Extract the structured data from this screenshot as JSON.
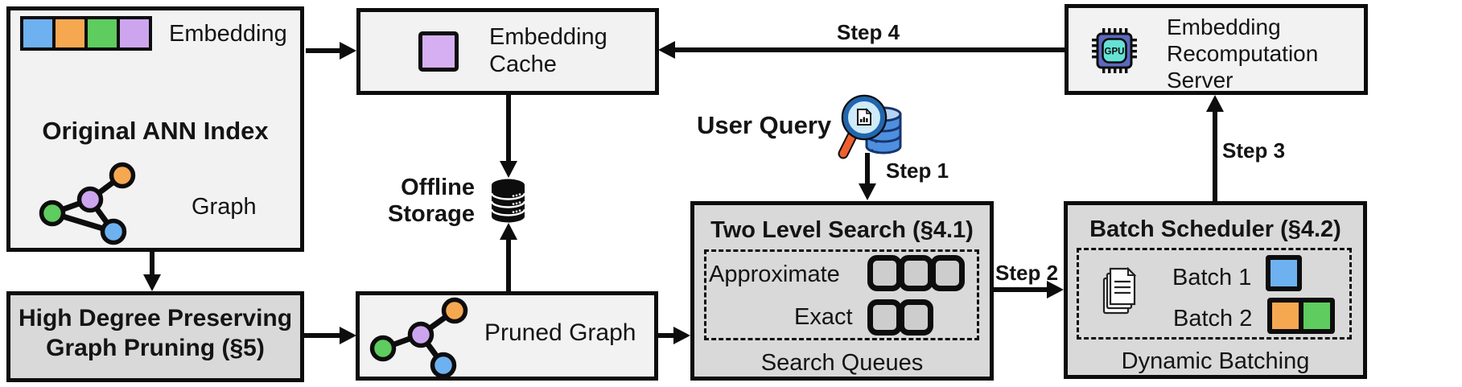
{
  "original_ann_index": {
    "title": "Original ANN Index",
    "embedding_label": "Embedding",
    "graph_label": "Graph",
    "embedding_cells": [
      "blue",
      "orange",
      "green",
      "purple"
    ]
  },
  "embedding_cache": {
    "lines": [
      "Embedding",
      "Cache"
    ]
  },
  "offline_storage": {
    "lines": [
      "Offline",
      "Storage"
    ]
  },
  "user_query": {
    "label": "User Query"
  },
  "recomputation_server": {
    "lines": [
      "Embedding",
      "Recomputation",
      "Server"
    ],
    "chip_label": "GPU"
  },
  "high_degree_pruning": {
    "lines": [
      "High Degree Preserving",
      "Graph Pruning (§5)"
    ]
  },
  "pruned_graph": {
    "label": "Pruned Graph"
  },
  "two_level_search": {
    "title": "Two Level Search (§4.1)",
    "approximate_label": "Approximate",
    "exact_label": "Exact",
    "footer": "Search Queues",
    "approximate_queue_count": 3,
    "exact_queue_count": 2
  },
  "batch_scheduler": {
    "title": "Batch Scheduler (§4.2)",
    "batch1_label": "Batch 1",
    "batch2_label": "Batch 2",
    "batch1_colors": [
      "blue"
    ],
    "batch2_colors": [
      "orange",
      "green"
    ],
    "footer": "Dynamic Batching"
  },
  "steps": {
    "s1": "Step 1",
    "s2": "Step 2",
    "s3": "Step 3",
    "s4": "Step 4"
  },
  "colors": {
    "embedding_blue": "#6EB1F0",
    "embedding_orange": "#F6A851",
    "embedding_green": "#5ECC5E",
    "embedding_purple": "#CDA5EF",
    "cache_square_purple": "#D6AFF2",
    "light_box_fill": "#F2F2F2",
    "dark_box_fill": "#D9D9D9",
    "outline_black": "#0D0D0D"
  }
}
